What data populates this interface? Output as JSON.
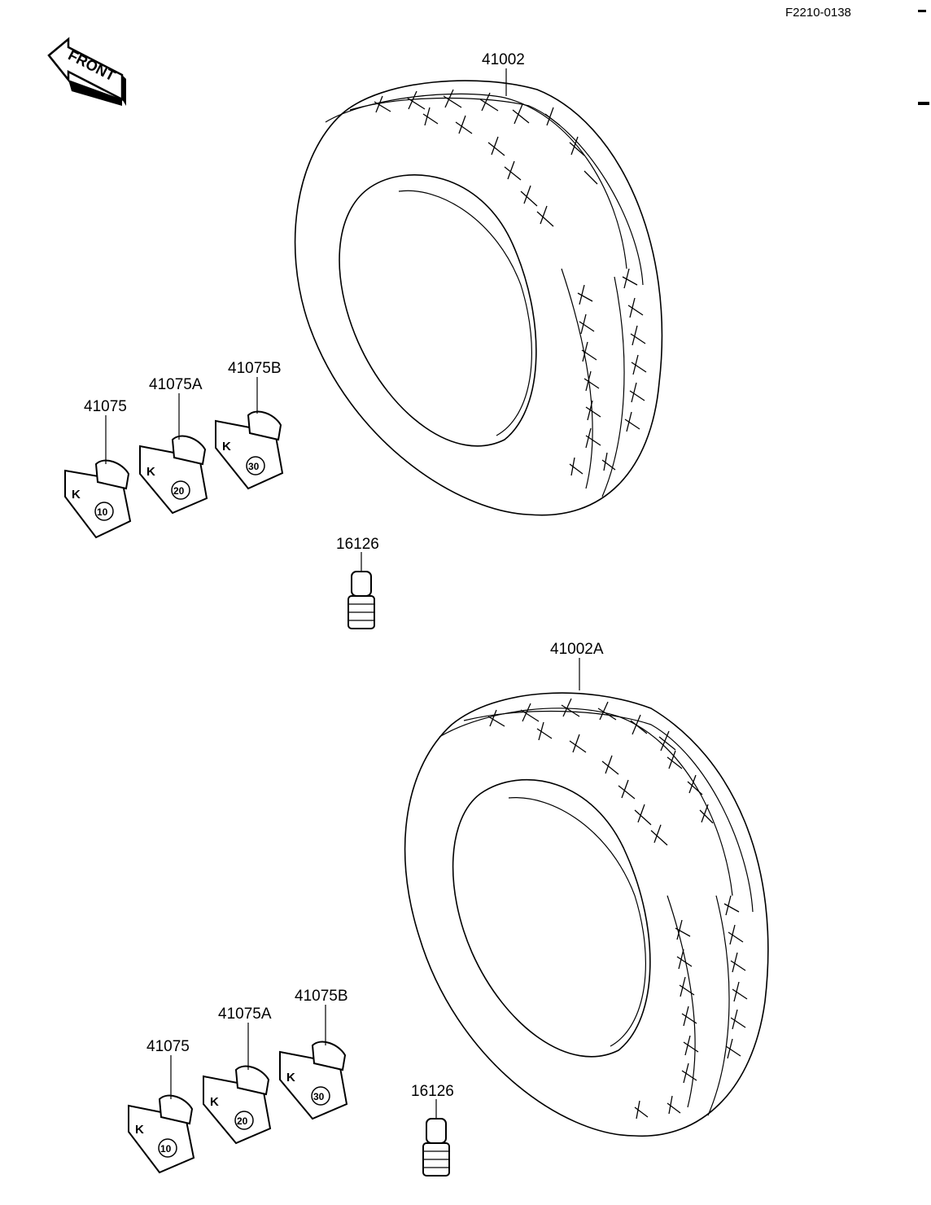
{
  "drawing_code": "F2210-0138",
  "front_label": "FRONT",
  "parts_upper": {
    "tire": "41002",
    "weight_10": "41075",
    "weight_20": "41075A",
    "weight_30": "41075B",
    "valve": "16126"
  },
  "parts_lower": {
    "tire": "41002A",
    "weight_10": "41075",
    "weight_20": "41075A",
    "weight_30": "41075B",
    "valve": "16126"
  },
  "weight_markings": {
    "logo": "K",
    "w10": "10",
    "w20": "20",
    "w30": "30"
  }
}
